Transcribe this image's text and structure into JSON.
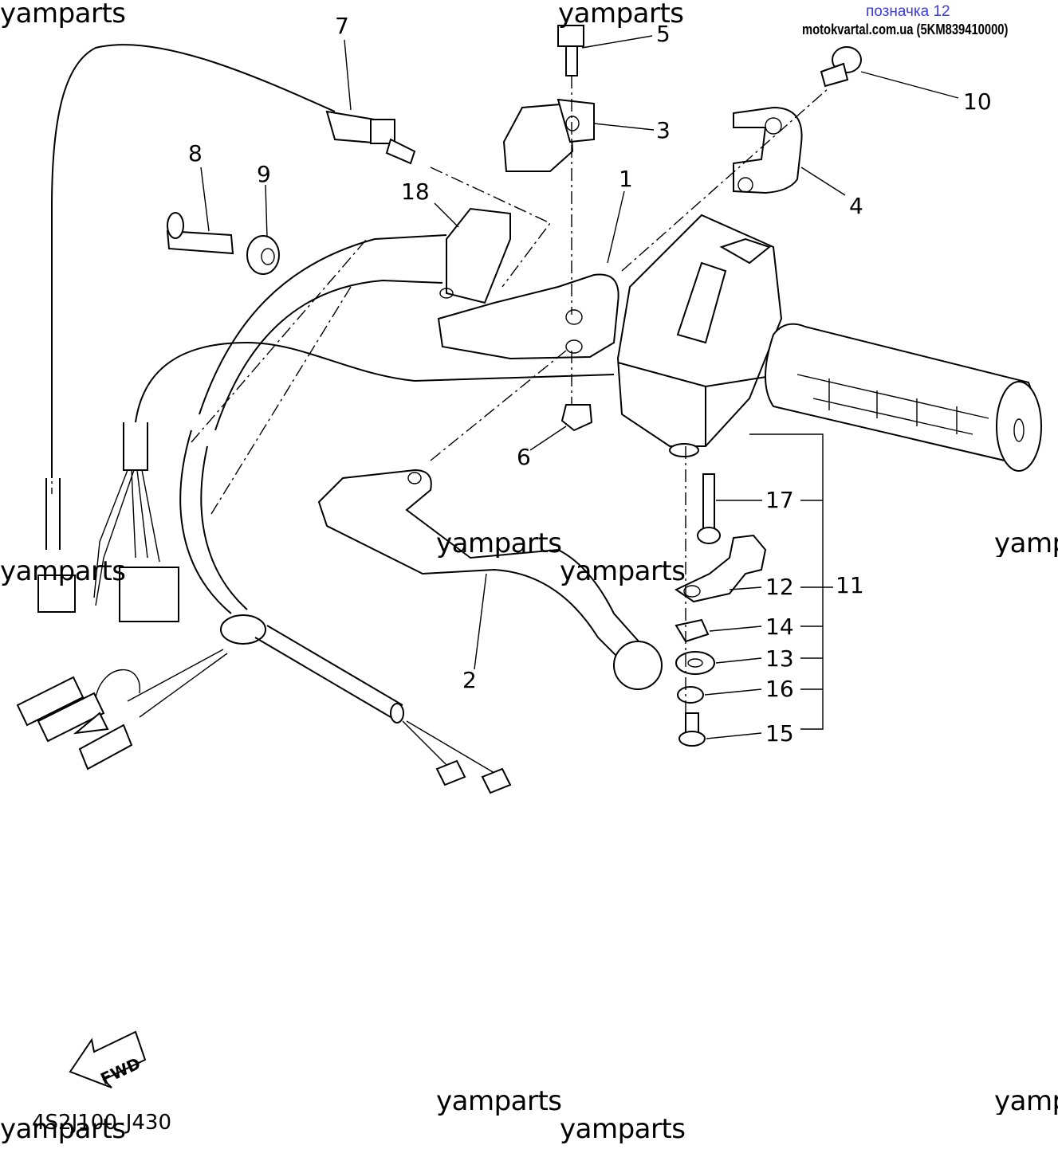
{
  "header": {
    "label": "позначка 12",
    "source": "motokvartal.com.ua (5KM839410000)"
  },
  "diagram_code": "4S2J100-J430",
  "fwd_label": "FWD",
  "watermark_text": "yamparts",
  "part_numbers": {
    "p1": "1",
    "p2": "2",
    "p3": "3",
    "p4": "4",
    "p5": "5",
    "p6": "6",
    "p7": "7",
    "p8": "8",
    "p9": "9",
    "p10": "10",
    "p11": "11",
    "p12": "12",
    "p13": "13",
    "p14": "14",
    "p15": "15",
    "p16": "16",
    "p17": "17",
    "p18": "18"
  }
}
